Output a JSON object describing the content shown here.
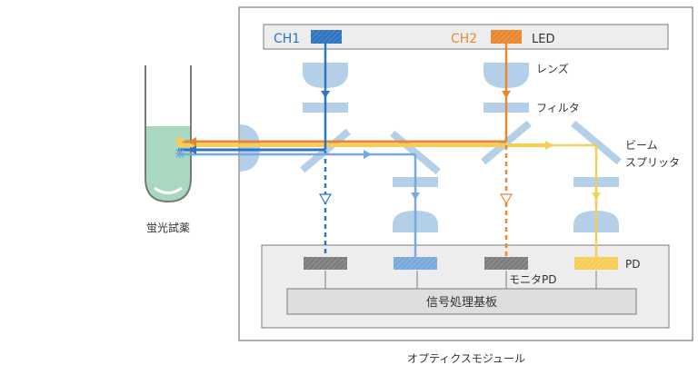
{
  "labels": {
    "ch1": "CH1",
    "ch2": "CH2",
    "led": "LED",
    "lens": "レンズ",
    "filter": "フィルタ",
    "beam_splitter_line1": "ビーム",
    "beam_splitter_line2": "スプリッタ",
    "pd": "PD",
    "monitor_pd": "モニタPD",
    "signal_board": "信号処理基板",
    "reagent": "蛍光試薬",
    "module": "オプティクスモジュール"
  },
  "colors": {
    "ch1_blue": "#2e74c0",
    "ch1_light_blue": "#78a9dd",
    "ch2_orange": "#e8872e",
    "yellow": "#f5cd57",
    "optic_blue": "#b3d0e8",
    "frame_gray": "#7a7a7a",
    "box_fill": "#ededed",
    "sensor_gray": "#7d7d7d",
    "reagent_green": "#a8d8c0"
  },
  "icons": {
    "excitation_mark": "starburst-icon",
    "monitor_mark": "open-triangle-icon"
  }
}
